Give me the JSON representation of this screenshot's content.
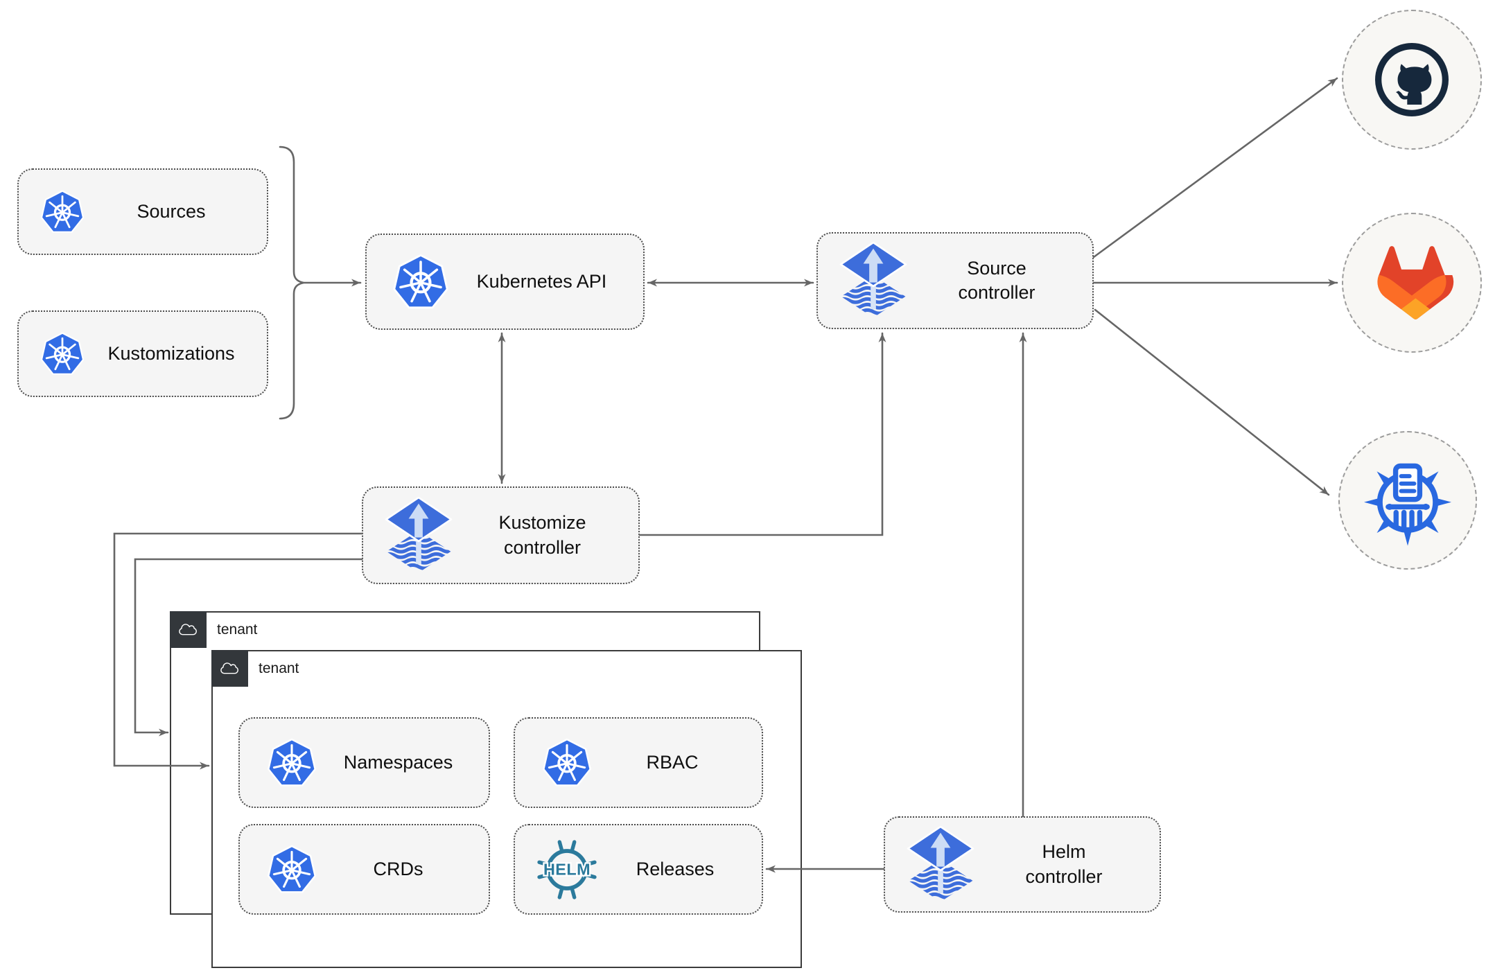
{
  "nodes": {
    "sources": {
      "label": "Sources",
      "icon": "kubernetes-icon"
    },
    "kustomizations": {
      "label": "Kustomizations",
      "icon": "kubernetes-icon"
    },
    "kubernetes_api": {
      "label": "Kubernetes API",
      "icon": "kubernetes-icon"
    },
    "source_controller": {
      "label": "Source\ncontroller",
      "icon": "flux-icon"
    },
    "kustomize_controller": {
      "label": "Kustomize\ncontroller",
      "icon": "flux-icon"
    },
    "helm_controller": {
      "label": "Helm\ncontroller",
      "icon": "flux-icon"
    },
    "namespaces": {
      "label": "Namespaces",
      "icon": "kubernetes-icon"
    },
    "rbac": {
      "label": "RBAC",
      "icon": "kubernetes-icon"
    },
    "crds": {
      "label": "CRDs",
      "icon": "kubernetes-icon"
    },
    "releases": {
      "label": "Releases",
      "icon": "helm-icon"
    }
  },
  "tenants": {
    "back": {
      "label": "tenant",
      "icon": "cloud-icon"
    },
    "front": {
      "label": "tenant",
      "icon": "cloud-icon"
    }
  },
  "endpoints": {
    "github": {
      "icon": "github-icon"
    },
    "gitlab": {
      "icon": "gitlab-icon"
    },
    "chart_repository": {
      "icon": "chartmuseum-icon"
    }
  },
  "colors": {
    "node_fill": "#f5f5f5",
    "node_border": "#4c4c4c",
    "connector": "#666666",
    "kubernetes_blue": "#326ce5",
    "flux_blue": "#3d6ddb",
    "flux_arrow_light": "#ccdcf5",
    "helm_teal": "#2b7a9c",
    "chartmuseum_blue": "#2968e0",
    "github_dark": "#16283c",
    "gitlab_red": "#e24329",
    "gitlab_orange": "#fc6d26",
    "gitlab_amber": "#fca326",
    "tenant_border": "#3b3b3b",
    "tenant_badge": "#33373b",
    "endpoint_fill": "#f8f7f4",
    "endpoint_border": "#9c9c9c",
    "label_text": "#0f0f0f"
  }
}
